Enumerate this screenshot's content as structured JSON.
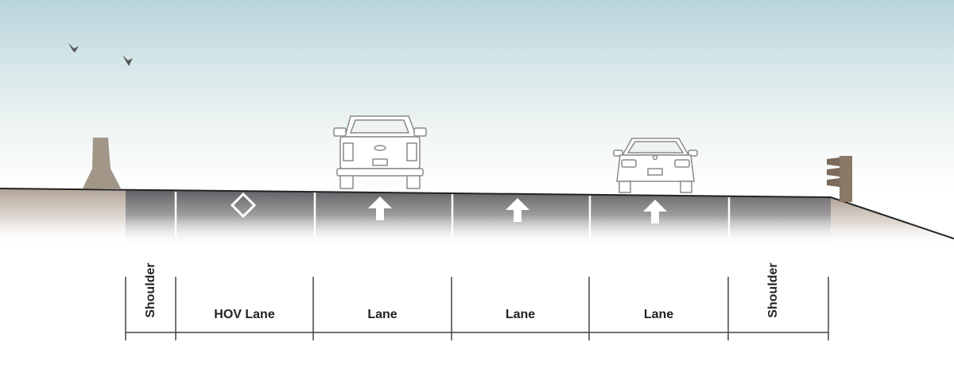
{
  "colors": {
    "sky_top": "#b9d5dc",
    "pavement": "#58555a",
    "lane_marking": "#ffffff",
    "barrier": "#a29689",
    "guardrail_post": "#8c7866",
    "dimension_line": "#444444",
    "label_text": "#222222"
  },
  "icons": {
    "hov_marking": "diamond-icon",
    "lane_marking": "arrow-up-icon",
    "birds": "bird-icon",
    "pickup": "pickup-truck-icon",
    "sedan": "sedan-car-icon",
    "barrier": "concrete-barrier-icon",
    "guardrail": "guardrail-icon"
  },
  "sections": [
    {
      "id": "left-shoulder",
      "label": "Shoulder",
      "orientation": "vertical",
      "marking": "none"
    },
    {
      "id": "hov-lane",
      "label": "HOV Lane",
      "orientation": "horizontal",
      "marking": "diamond"
    },
    {
      "id": "lane-1",
      "label": "Lane",
      "orientation": "horizontal",
      "marking": "arrow"
    },
    {
      "id": "lane-2",
      "label": "Lane",
      "orientation": "horizontal",
      "marking": "arrow"
    },
    {
      "id": "lane-3",
      "label": "Lane",
      "orientation": "horizontal",
      "marking": "arrow"
    },
    {
      "id": "right-shoulder",
      "label": "Shoulder",
      "orientation": "vertical",
      "marking": "none"
    }
  ]
}
